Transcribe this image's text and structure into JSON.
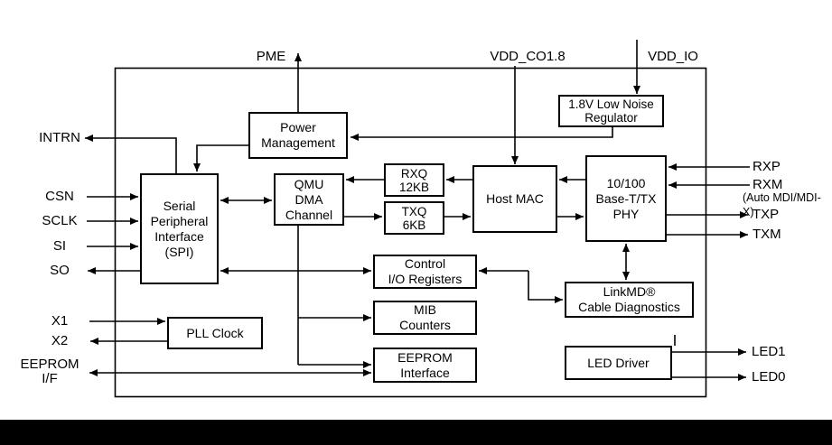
{
  "diagram": {
    "blocks": {
      "power_management": "Power\nManagement",
      "regulator": "1.8V Low Noise\nRegulator",
      "spi": "Serial\nPeripheral\nInterface\n(SPI)",
      "qmu": "QMU\nDMA\nChannel",
      "rxq": "RXQ\n12KB",
      "txq": "TXQ\n6KB",
      "host_mac": "Host MAC",
      "phy": "10/100\nBase-T/TX\nPHY",
      "control_io": "Control\nI/O Registers",
      "linkmd": "LinkMD®\nCable Diagnostics",
      "mib": "MIB\nCounters",
      "pll": "PLL Clock",
      "eeprom": "EEPROM\nInterface",
      "led_driver": "LED Driver"
    },
    "pins": {
      "pme": "PME",
      "vdd_co18": "VDD_CO1.8",
      "vdd_io": "VDD_IO",
      "intrn": "INTRN",
      "csn": "CSN",
      "sclk": "SCLK",
      "si": "SI",
      "so": "SO",
      "x1": "X1",
      "x2": "X2",
      "eeprom_if": "EEPROM\nI/F",
      "rxp": "RXP",
      "rxm": "RXM",
      "auto_mdi": "(Auto MDI/MDI-X)",
      "txp": "TXP",
      "txm": "TXM",
      "led1": "LED1",
      "led0": "LED0"
    },
    "colors": {
      "line": "#000000",
      "background": "#ffffff",
      "bottom_bar": "#000000"
    }
  }
}
